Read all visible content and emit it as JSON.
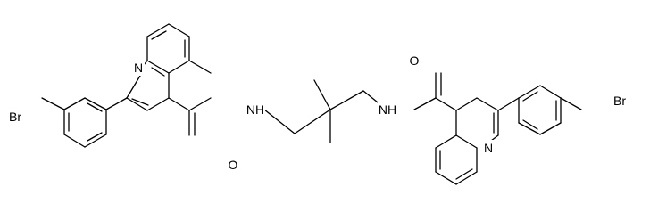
{
  "atoms": {
    "n_left_quinoline": "N",
    "n_right_quinoline": "N",
    "amide_nh_left": "NH",
    "amide_nh_right": "NH",
    "carbonyl_o_left": "O",
    "carbonyl_o_right": "O",
    "bromine_left": "Br",
    "bromine_right": "Br"
  },
  "colors": {
    "bond": "#000000",
    "background": "#ffffff"
  }
}
